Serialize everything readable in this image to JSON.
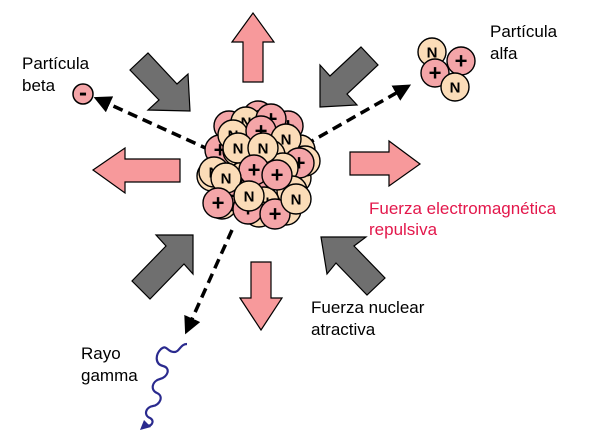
{
  "labels": {
    "beta": [
      "Partícula",
      "beta"
    ],
    "alpha": [
      "Partícula",
      "alfa"
    ],
    "em_force": [
      "Fuerza electromagnética",
      "repulsiva"
    ],
    "nuclear_force": [
      "Fuerza nuclear",
      "atractiva"
    ],
    "gamma": [
      "Rayo",
      "gamma"
    ]
  },
  "particles": {
    "neutron_letter": "N",
    "proton_sign": "+",
    "electron_sign": "-"
  },
  "colors": {
    "proton": "#f4a5a8",
    "neutron": "#fbdcb8",
    "em_arrow": "#f7999b",
    "nuclear_arrow": "#6f6f6f",
    "gamma_wave": "#2a2a8e",
    "em_text": "#e3174b"
  }
}
